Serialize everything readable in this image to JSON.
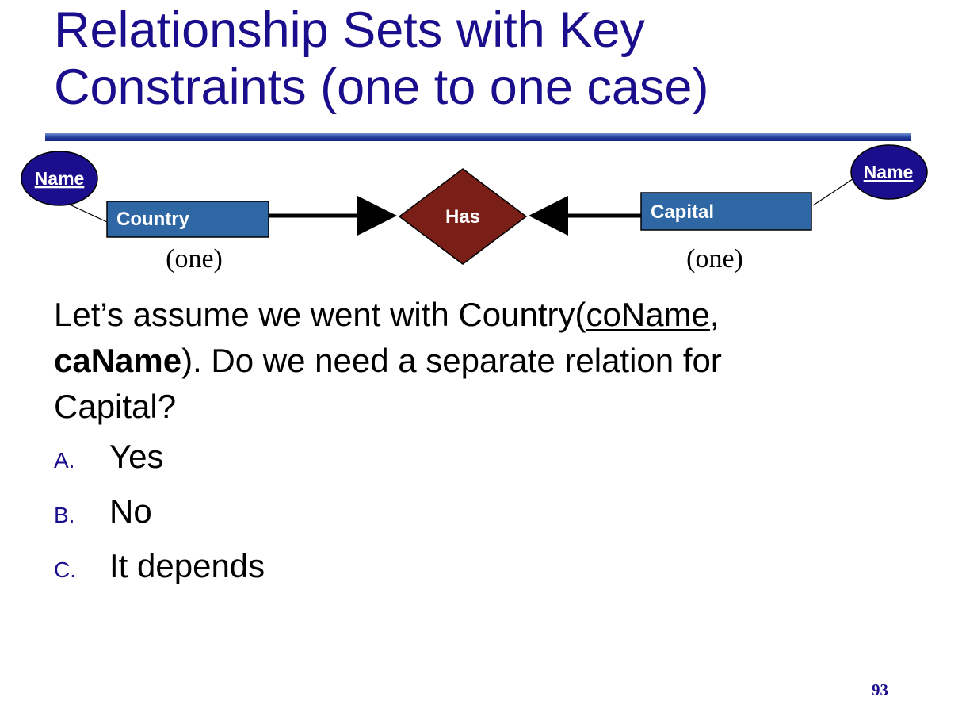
{
  "slide": {
    "title": "Relationship Sets with Key Constraints (one to one case)",
    "page_number": "93"
  },
  "diagram": {
    "left_entity": {
      "label": "Country",
      "attribute": "Name",
      "cardinality": "(one)"
    },
    "relationship": {
      "label": "Has"
    },
    "right_entity": {
      "label": "Capital",
      "attribute": "Name",
      "cardinality": "(one)"
    },
    "colors": {
      "entity_fill": "#2e67a3",
      "relationship_fill": "#7a1f17",
      "attribute_fill": "#1a0e8c",
      "title_color": "#1a0e8c"
    }
  },
  "question": {
    "part1": "Let’s assume we went with Country(",
    "key_attribute": "coName",
    "part2": ", ",
    "bold_attribute": "caName",
    "part3": "). Do we need a separate relation for Capital?"
  },
  "options": [
    {
      "letter": "A.",
      "text": "Yes"
    },
    {
      "letter": "B.",
      "text": "No"
    },
    {
      "letter": "C.",
      "text": "It depends"
    }
  ]
}
